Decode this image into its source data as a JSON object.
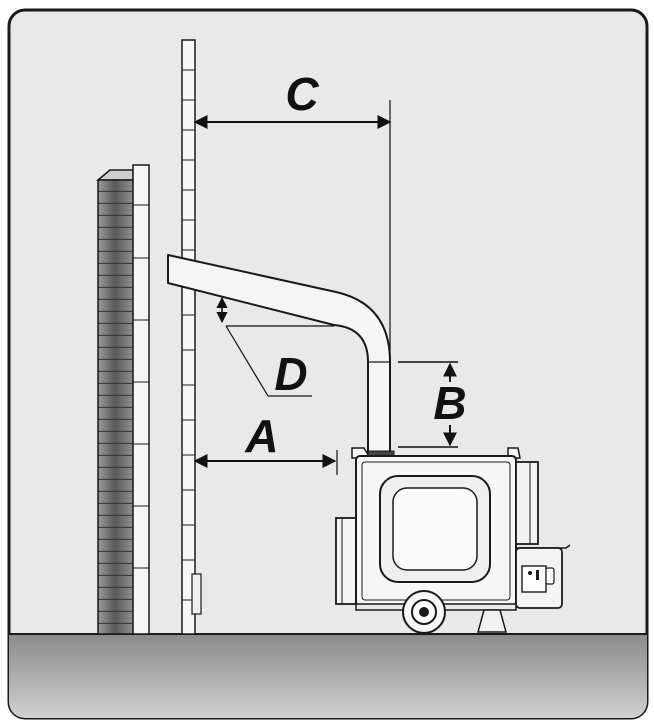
{
  "diagram": {
    "labels": {
      "a": "A",
      "b": "B",
      "c": "C",
      "d": "D"
    },
    "colors": {
      "background": "#e9e9e9",
      "outline": "#1a1a1a",
      "brick": "#6d6d6d",
      "ground_top": "#8a8a8a",
      "ground_bottom": "#d2d2d2"
    }
  }
}
